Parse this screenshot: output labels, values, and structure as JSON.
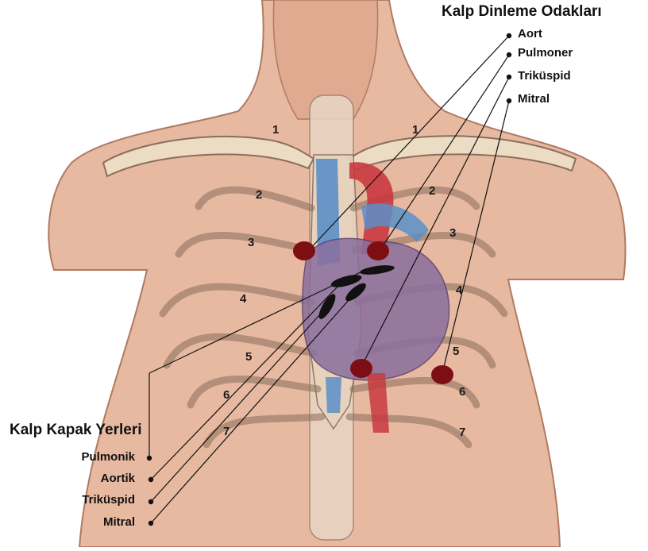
{
  "auscultation": {
    "title": "Kalp Dinleme Odakları",
    "items": [
      "Aort",
      "Pulmoner",
      "Triküspid",
      "Mitral"
    ]
  },
  "valves": {
    "title": "Kalp Kapak Yerleri",
    "items": [
      "Pulmonik",
      "Aortik",
      "Triküspid",
      "Mitral"
    ]
  },
  "ribs": {
    "right_side": [
      "1",
      "2",
      "3",
      "4",
      "5",
      "6",
      "7"
    ],
    "left_side": [
      "1",
      "2",
      "3",
      "4",
      "5",
      "6",
      "7"
    ]
  },
  "colors": {
    "skin": "#e7b9a0",
    "skin_shadow": "#c98f78",
    "bone": "#ecdcc4",
    "bone_outline": "#8a6e5c",
    "vein": "#5b8fc8",
    "artery": "#c8393f",
    "heart": "#8b6f9e",
    "auscultation_point": "#7d0f14",
    "valve_marker": "#111111",
    "leader_line": "#111111"
  }
}
